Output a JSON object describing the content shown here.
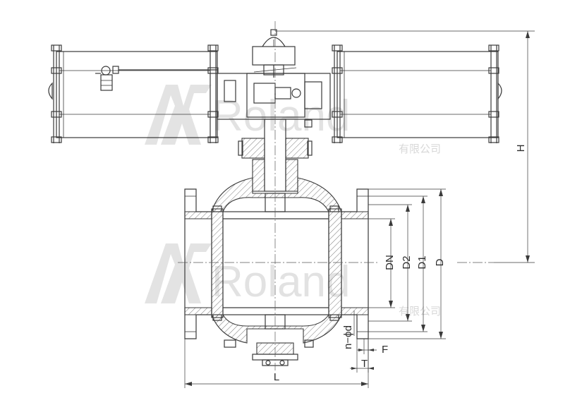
{
  "diagram": {
    "dimension_labels": {
      "H": "H",
      "L": "L",
      "D": "D",
      "D1": "D1",
      "D2": "D2",
      "DN": "DN",
      "F": "F",
      "T": "T",
      "holes": "n−ϕd"
    },
    "watermark": {
      "brand": "Roland",
      "company": "有限公司"
    }
  }
}
